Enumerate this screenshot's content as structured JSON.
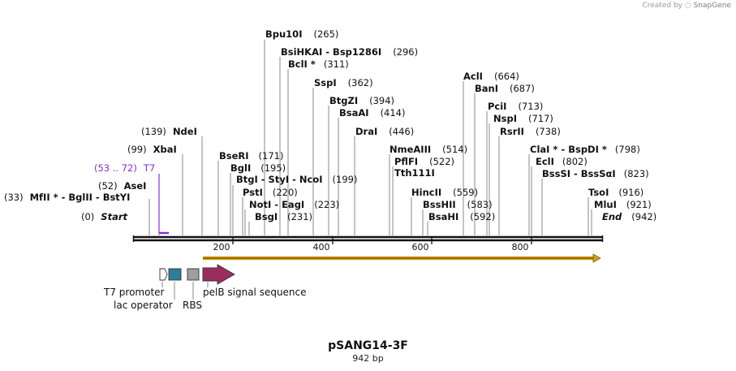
{
  "credit": {
    "prefix": "Created by",
    "brand": "SnapGene"
  },
  "title": "pSANG14-3F",
  "length_label": "942 bp",
  "colors": {
    "primer": "#8a2be2",
    "cds": "#9b2d5e",
    "operator": "#2e7d9a",
    "rbs": "#9e9e9e",
    "orf": "#d4a017",
    "text": "#111111"
  },
  "ruler": {
    "total_bp": 942,
    "ticks": [
      {
        "bp": 200,
        "label": "200"
      },
      {
        "bp": 400,
        "label": "400"
      },
      {
        "bp": 600,
        "label": "600"
      },
      {
        "bp": 800,
        "label": "800"
      }
    ]
  },
  "sites": [
    {
      "pos": "(0)",
      "name": "Start",
      "italic": true
    },
    {
      "pos": "(33)",
      "name": "MfII * - BglII - BstYI"
    },
    {
      "pos": "(52)",
      "name": "AseI"
    },
    {
      "pos": "(53 .. 72)",
      "name": "T7",
      "primer": true
    },
    {
      "pos": "(99)",
      "name": "XbaI"
    },
    {
      "pos": "(139)",
      "name": "NdeI"
    },
    {
      "pos": "(171)",
      "name": "BseRI"
    },
    {
      "pos": "(195)",
      "name": "BglI"
    },
    {
      "pos": "(199)",
      "name": "BtgI - StyI - NcoI"
    },
    {
      "pos": "(220)",
      "name": "PstI"
    },
    {
      "pos": "(223)",
      "name": "NotI - EagI"
    },
    {
      "pos": "(231)",
      "name": "BsgI"
    },
    {
      "pos": "(265)",
      "name": "Bpu10I"
    },
    {
      "pos": "(296)",
      "name": "BsiHKAI - Bsp1286I"
    },
    {
      "pos": "(311)",
      "name": "BclI *"
    },
    {
      "pos": "(362)",
      "name": "SspI"
    },
    {
      "pos": "(394)",
      "name": "BtgZI"
    },
    {
      "pos": "(414)",
      "name": "BsaAI"
    },
    {
      "pos": "(446)",
      "name": "DraI"
    },
    {
      "pos": "(514)",
      "name": "NmeAIII"
    },
    {
      "pos": "(522)",
      "name": "PflFI"
    },
    {
      "pos": "",
      "name": "Tth111I"
    },
    {
      "pos": "(559)",
      "name": "HincII"
    },
    {
      "pos": "(583)",
      "name": "BssHII"
    },
    {
      "pos": "(592)",
      "name": "BsaHI"
    },
    {
      "pos": "(664)",
      "name": "AclI"
    },
    {
      "pos": "(687)",
      "name": "BanI"
    },
    {
      "pos": "(713)",
      "name": "PciI"
    },
    {
      "pos": "(717)",
      "name": "NspI"
    },
    {
      "pos": "(738)",
      "name": "RsrII"
    },
    {
      "pos": "(798)",
      "name": "ClaI * - BspDI *"
    },
    {
      "pos": "(802)",
      "name": "EclI"
    },
    {
      "pos": "(823)",
      "name": "BssSI - BssSαI"
    },
    {
      "pos": "(916)",
      "name": "TsoI"
    },
    {
      "pos": "(921)",
      "name": "MluI"
    },
    {
      "pos": "(942)",
      "name": "End",
      "italic": true
    }
  ],
  "features": [
    {
      "name": "T7 promoter",
      "kind": "promoter"
    },
    {
      "name": "lac operator",
      "kind": "operator"
    },
    {
      "name": "RBS",
      "kind": "rbs"
    },
    {
      "name": "pelB signal sequence",
      "kind": "cds"
    }
  ]
}
